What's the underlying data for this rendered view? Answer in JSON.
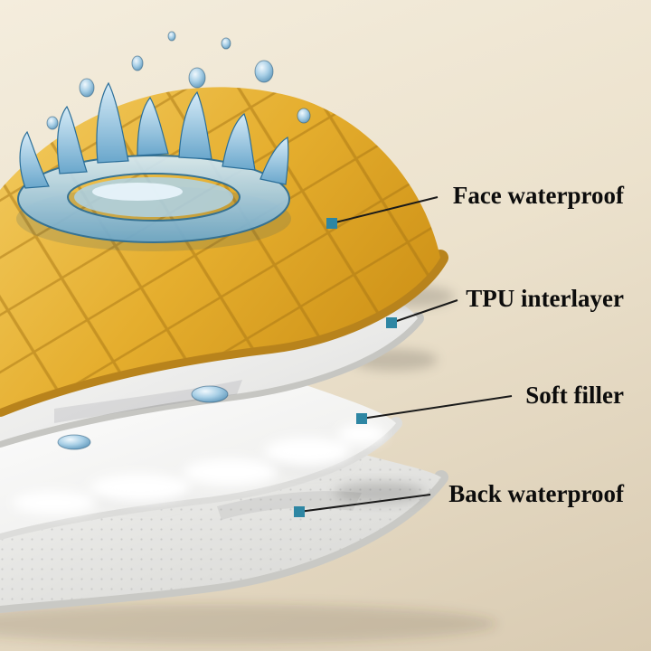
{
  "diagram": {
    "labels": [
      {
        "id": "face",
        "text": "Face waterproof"
      },
      {
        "id": "tpu",
        "text": "TPU interlayer"
      },
      {
        "id": "filler",
        "text": "Soft filler"
      },
      {
        "id": "back",
        "text": "Back waterproof"
      }
    ]
  },
  "colors": {
    "background_start": "#f4eddd",
    "background_end": "#d9cbb2",
    "face_layer_gold": "#e5ae2e",
    "face_layer_edge": "#b8831c",
    "tpu_layer": "#f0f0ee",
    "soft_filler": "#fafafa",
    "back_layer": "#e6e6e3",
    "marker_teal": "#2e86a3",
    "connector_line": "#1a1a1a",
    "water_blue": "#4a87ae",
    "text_color": "#0c0c0c"
  }
}
